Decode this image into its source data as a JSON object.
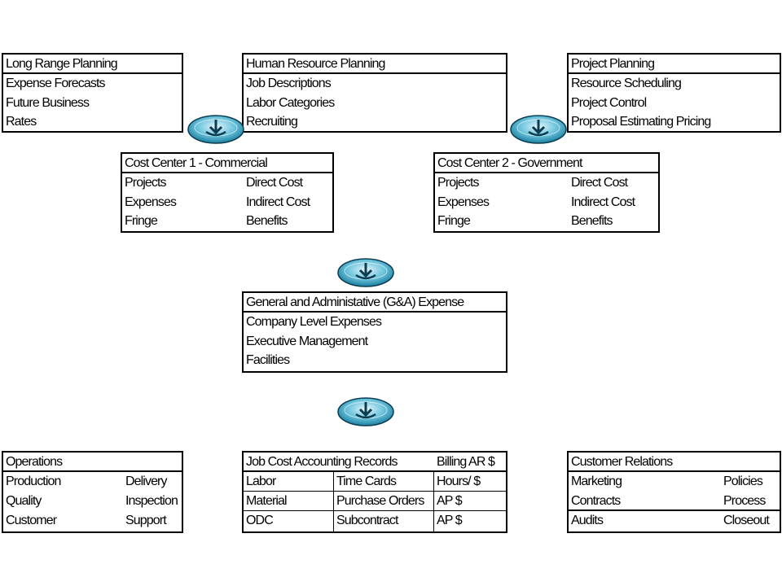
{
  "long_range": {
    "title": "Long Range Planning",
    "items": [
      "Expense Forecasts",
      "Future Business",
      "Rates"
    ]
  },
  "human_resource": {
    "title": "Human Resource Planning",
    "items": [
      "Job Descriptions",
      "Labor Categories",
      "Recruiting"
    ]
  },
  "project_planning": {
    "title": "Project Planning",
    "items": [
      "Resource Scheduling",
      "Project Control",
      "Proposal Estimating Pricing"
    ]
  },
  "cost_center_1": {
    "title": "Cost Center 1 - Commercial",
    "rows": [
      {
        "left": "Projects",
        "right": "Direct Cost"
      },
      {
        "left": "Expenses",
        "right": "Indirect Cost"
      },
      {
        "left": "Fringe",
        "right": "Benefits"
      }
    ]
  },
  "cost_center_2": {
    "title": "Cost Center 2 - Government",
    "rows": [
      {
        "left": "Projects",
        "right": "Direct Cost"
      },
      {
        "left": "Expenses",
        "right": "Indirect Cost"
      },
      {
        "left": "Fringe",
        "right": "Benefits"
      }
    ]
  },
  "ga_expense": {
    "title": "General and Administative (G&A) Expense",
    "items": [
      "Company Level Expenses",
      "Executive Management",
      "Facilities"
    ]
  },
  "operations": {
    "title": "Operations",
    "rows": [
      {
        "left": "Production",
        "right": "Delivery"
      },
      {
        "left": "Quality",
        "right": "Inspection"
      },
      {
        "left": "Customer",
        "right": "Support"
      }
    ]
  },
  "job_cost": {
    "title": "Job Cost Accounting Records",
    "title_right": "Billing AR $",
    "rows": [
      {
        "a": "Labor",
        "b": "Time Cards",
        "c": "Hours/ $"
      },
      {
        "a": "Material",
        "b": "Purchase Orders",
        "c": "AP $"
      },
      {
        "a": "ODC",
        "b": "Subcontract",
        "c": "AP $"
      }
    ]
  },
  "customer_relations": {
    "title": "Customer Relations",
    "rows": [
      {
        "left": "Marketing",
        "right": "Policies"
      },
      {
        "left": "Contracts",
        "right": "Process"
      },
      {
        "left": "Audits",
        "right": "Closeout"
      }
    ]
  },
  "icons": {
    "arrow": "download-arrow-icon",
    "colors": {
      "outer": "#1e8fae",
      "inner": "#cfeaf2",
      "stroke": "#0b3c52"
    }
  }
}
